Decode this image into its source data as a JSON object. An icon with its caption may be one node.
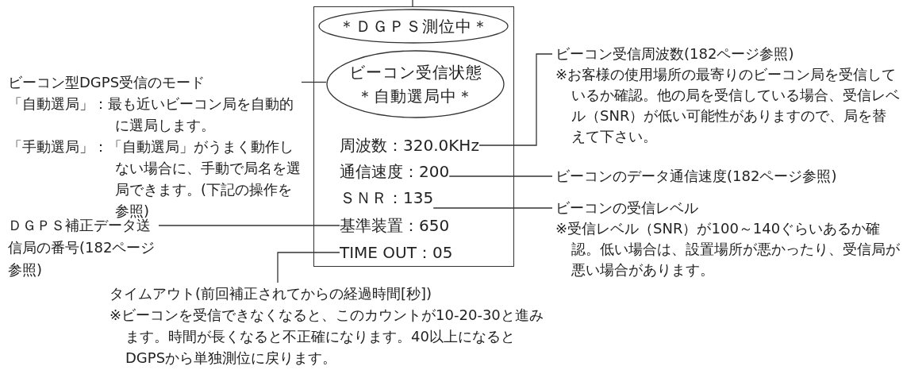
{
  "diagram": {
    "nodes": [
      {
        "text": [],
        "shape": "box"
      },
      {
        "text": [
          "＊ＤＧＰＳ測位中＊"
        ],
        "in": 0
      },
      {
        "text": [
          "ビーコン受信状態＊自動選局中＊"
        ],
        "in": 0
      },
      {
        "text": [
          "周波数：320.0KHz"
        ],
        "in": 0
      },
      {
        "text": [
          "通信速度：200"
        ],
        "in": 0
      },
      {
        "text": [
          "ＳＮＲ：135"
        ],
        "in": 0
      },
      {
        "text": [
          "基準装置：650"
        ],
        "in": 0
      },
      {
        "text": [
          "TIME OUT：05"
        ],
        "in": 0
      },
      {
        "text": [
          "ビーコン型DGPS受信のモード",
          "「自動選局」：最も近いビーコン局を自動的に選局します。",
          "「手動選局」：「自動選局」がうまく動作しない場合に、手動で局名を選局できます。(下記の操作を参照)"
        ]
      },
      {
        "text": [
          "ＤＧＰＳ補正データ送信局の番号(182ページ参照)"
        ]
      },
      {
        "text": [
          "タイムアウト(前回補正されてからの経過時間[秒])",
          "※ビーコンを受信できなくなると、このカウントが10-20-30と進みます。時間が長くなると不正確になります。40以上になるとDGPSから単独測位に戻ります。"
        ]
      },
      {
        "text": [
          "ビーコン受信周波数(182ページ参照)",
          "※お客様の使用場所の最寄りのビーコン局を受信しているか確認。他の局を受信している場合、受信レベル（SNR）が低い可能性がありますので、局を替えて下さい。"
        ]
      },
      {
        "text": [
          "ビーコンのデータ通信速度(182ページ参照)"
        ]
      },
      {
        "text": [
          "ビーコンの受信レベル",
          "※受信レベル（SNR）が100～140ぐらいあるか確認。低い場合は、設置場所が悪かったり、受信局が悪い場合があります。"
        ]
      }
    ],
    "edges": [
      {
        "from": 8,
        "to": 2,
        "arrow": "none"
      },
      {
        "from": 9,
        "to": 6,
        "arrow": "none"
      },
      {
        "from": 10,
        "to": 7,
        "arrow": "none"
      },
      {
        "from": 11,
        "to": 3,
        "arrow": "none"
      },
      {
        "from": 12,
        "to": 4,
        "arrow": "none"
      },
      {
        "from": 13,
        "to": 5,
        "arrow": "none"
      },
      {
        "from": null,
        "to": 0,
        "arrow": "none"
      }
    ]
  }
}
